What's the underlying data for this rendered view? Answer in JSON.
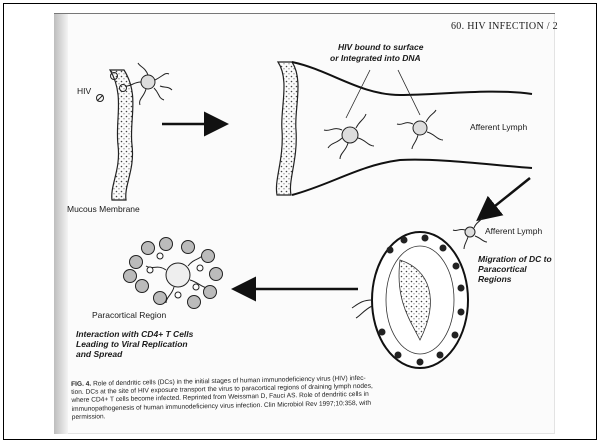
{
  "header": {
    "text": "60. HIV INFECTION / 2"
  },
  "labels": {
    "hiv": "HIV",
    "mucous_membrane": "Mucous Membrane",
    "hiv_bound": "HIV bound to surface",
    "integrated": "or Integrated into DNA",
    "afferent_lymph_1": "Afferent Lymph",
    "afferent_lymph_2": "Afferent Lymph",
    "migration_1": "Migration of DC to",
    "migration_2": "Paracortical",
    "migration_3": "Regions",
    "paracortical_region": "Paracortical Region",
    "interaction_1": "Interaction with CD4+ T Cells",
    "interaction_2": "Leading to Viral Replication",
    "interaction_3": "and Spread"
  },
  "caption": {
    "lead": "FIG. 4.",
    "lines": [
      "Role of dendritic cells (DCs) in the initial stages of human immunodeficiency virus (HIV) infec-",
      "tion. DCs at the site of HIV exposure transport the virus to paracortical regions of draining lymph nodes,",
      "where CD4+ T cells become infected. Reprinted from Weissman D, Fauci AS. Role of dendritic cells in",
      "immunopathogenesis of human immunodeficiency virus infection. Clin Microbiol Rev 1997;10:358, with",
      "permission."
    ]
  }
}
